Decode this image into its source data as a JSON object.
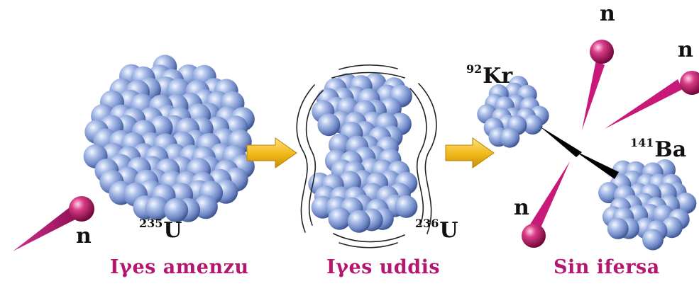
{
  "captions": {
    "step1": "Iγes amenzu",
    "step2": "Iγes uddis",
    "step3": "Sin ifersa"
  },
  "isotopes": {
    "u235": {
      "mass": "235",
      "symbol": "U"
    },
    "u236": {
      "mass": "236",
      "symbol": "U"
    },
    "kr92": {
      "mass": "92",
      "symbol": "Kr"
    },
    "ba141": {
      "mass": "141",
      "symbol": "Ba"
    }
  },
  "neutron_label": "n",
  "colors": {
    "nucleon": "#8ea6dc",
    "neutron": "#b0155f",
    "neutron_tail": "#c8187a",
    "arrow": "#f0b81a",
    "caption": "#b4186e"
  }
}
